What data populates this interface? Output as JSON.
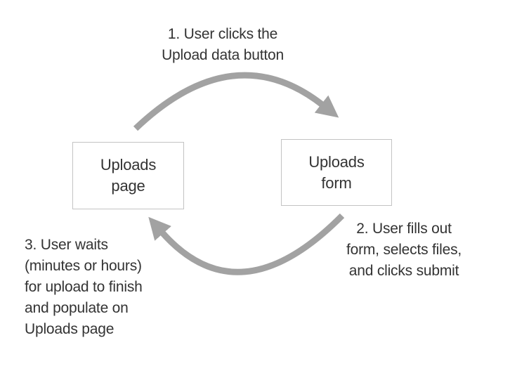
{
  "colors": {
    "background": "#ffffff",
    "arrow": "#a2a2a2",
    "box_border": "#c3c3c3",
    "text": "#333333"
  },
  "nodes": {
    "uploads_page": {
      "lines": [
        "Uploads",
        "page"
      ]
    },
    "uploads_form": {
      "lines": [
        "Uploads",
        "form"
      ]
    }
  },
  "steps": {
    "one": {
      "lines": [
        "1. User clicks the",
        "Upload data button"
      ]
    },
    "two": {
      "lines": [
        "2. User fills out",
        "form, selects files,",
        "and clicks submit"
      ]
    },
    "three": {
      "lines": [
        "3. User waits",
        "(minutes or hours)",
        "for upload to finish",
        "and populate on",
        "Uploads page"
      ]
    }
  },
  "arrows": {
    "top": "page-to-form",
    "bottom": "form-to-page"
  }
}
